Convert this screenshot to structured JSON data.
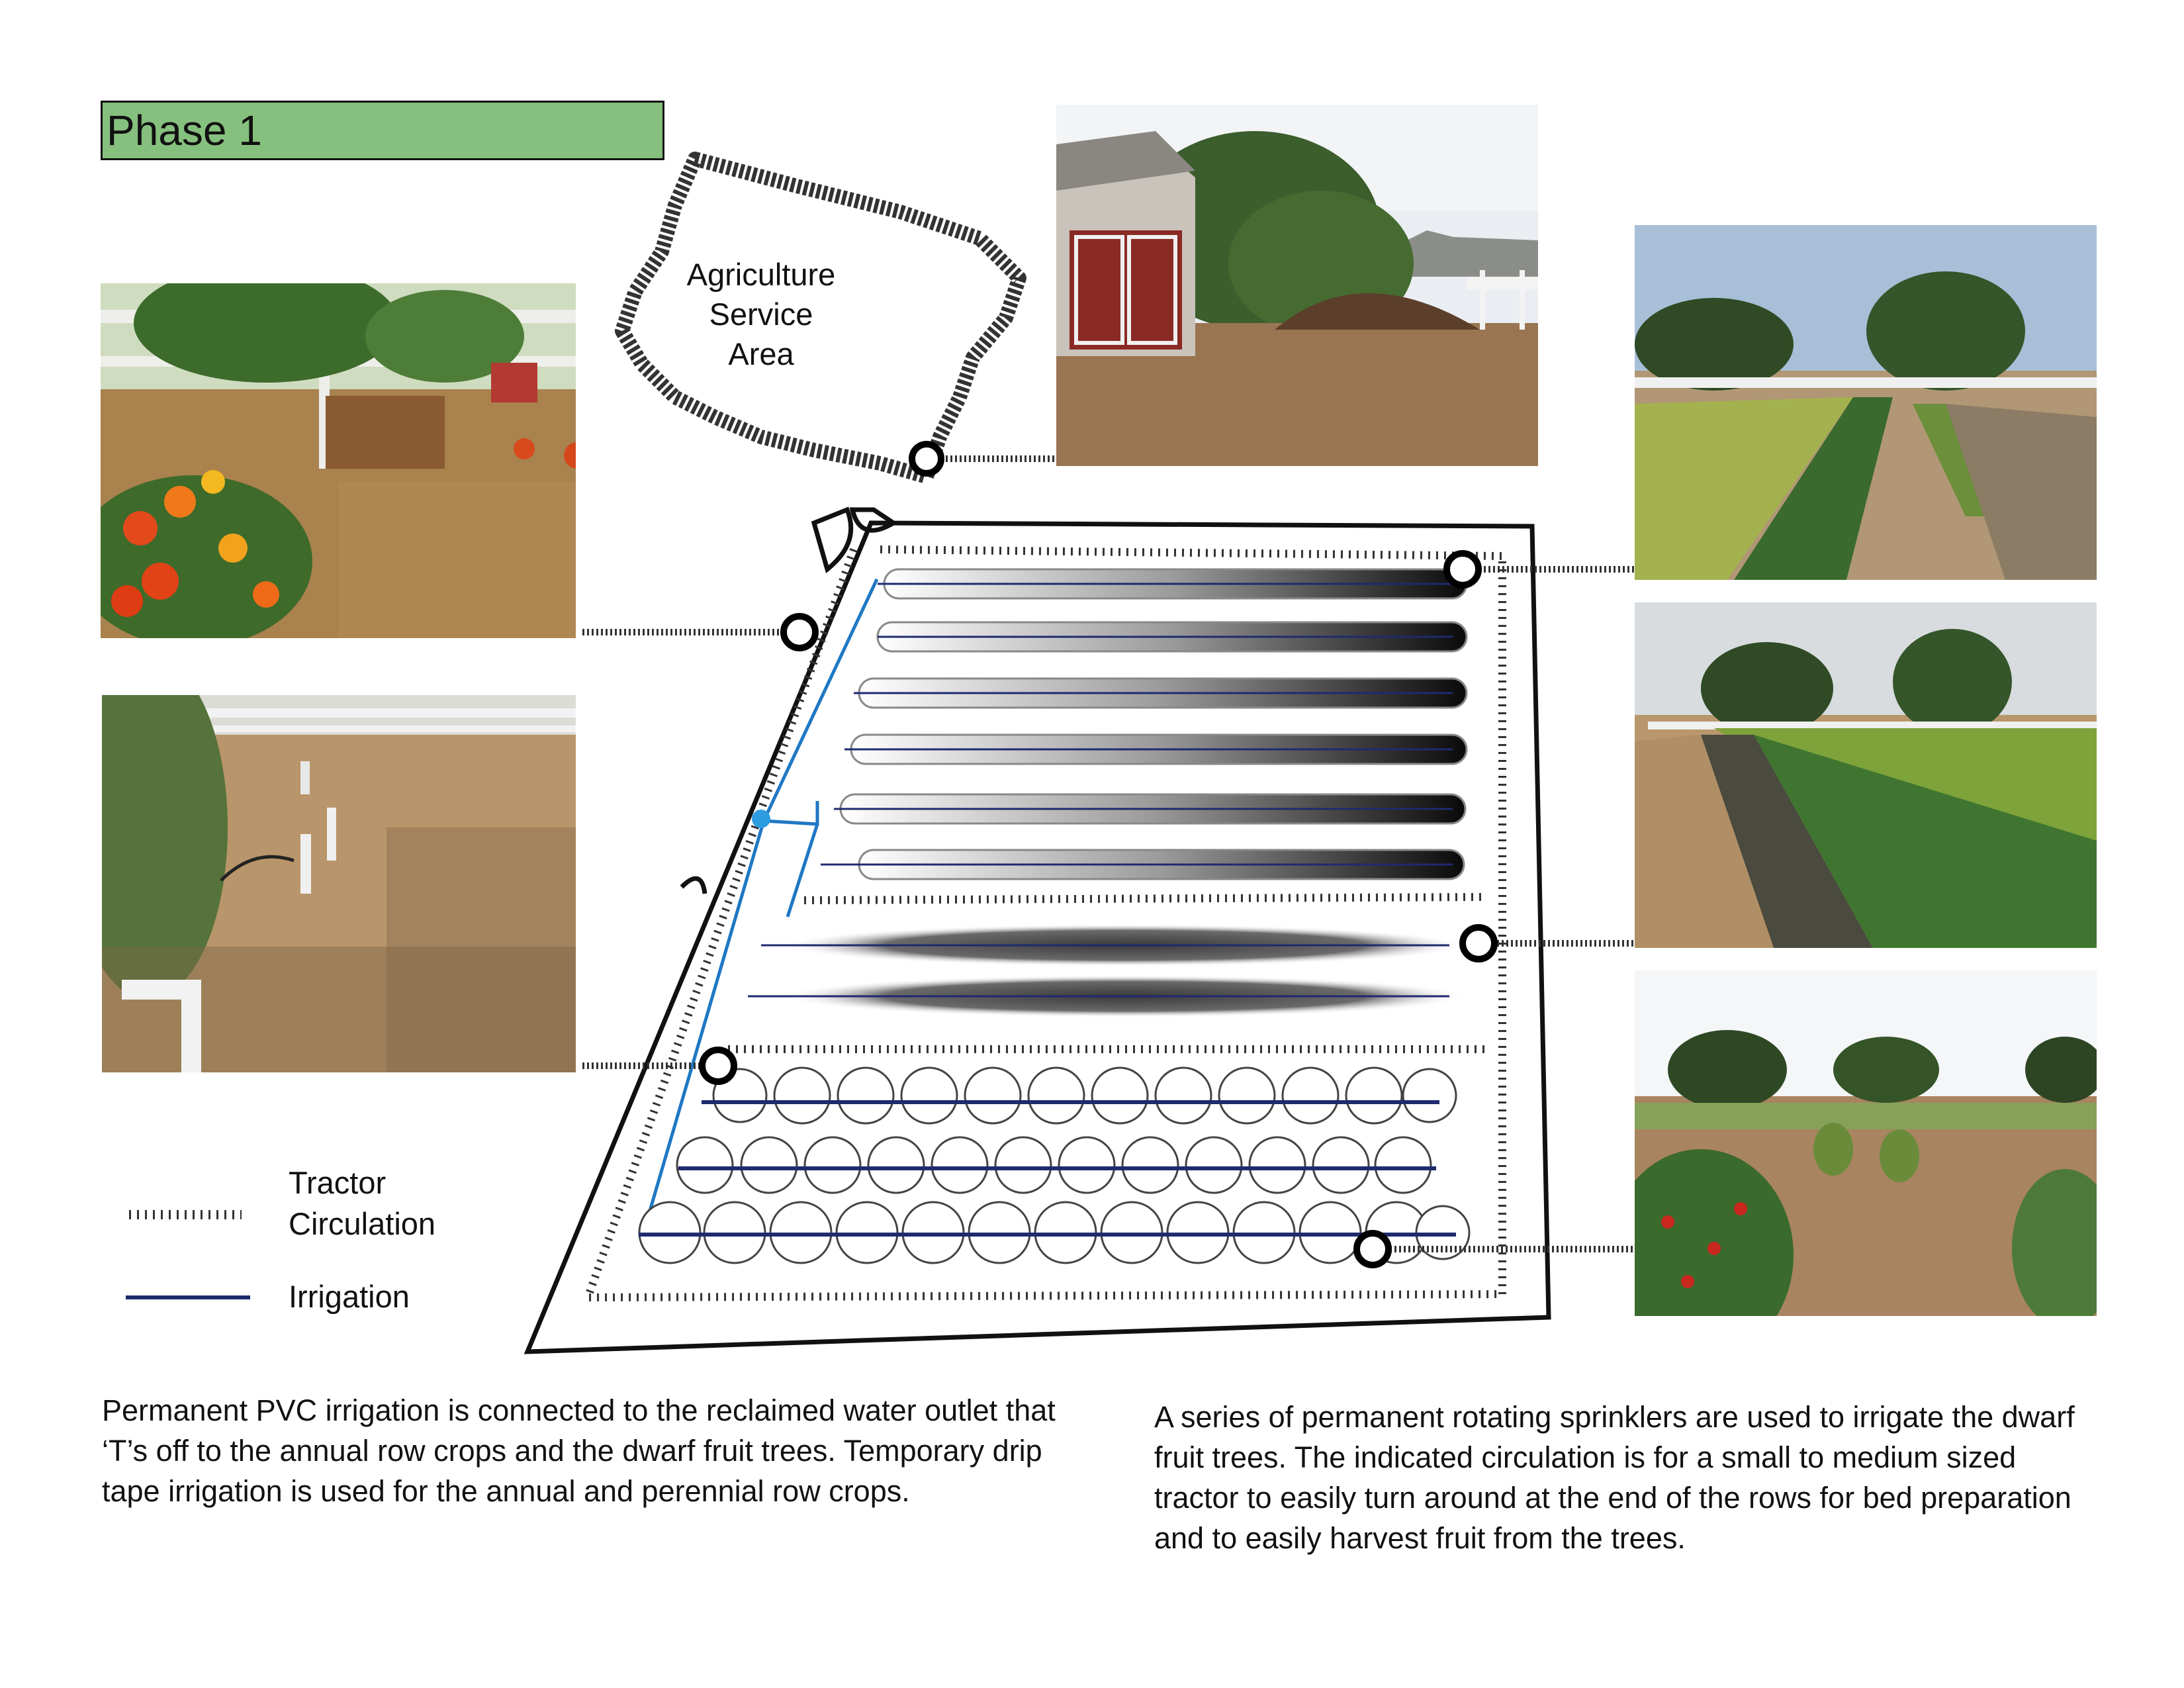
{
  "phase_title": "Phase 1",
  "service_area": {
    "line1": "Agriculture",
    "line2": "Service",
    "line3": "Area"
  },
  "legend": {
    "tractor_line1": "Tractor",
    "tractor_line2": "Circulation",
    "irrigation": "Irrigation"
  },
  "descriptions": {
    "left": "Permanent PVC irrigation is connected to the reclaimed water outlet that ‘T’s off to the annual row crops and the dwarf fruit trees. Temporary drip tape irrigation is used for the annual and perennial row crops.",
    "right": "A series of permanent rotating sprinklers are used to irrigate the dwarf fruit trees.  The indicated circulation is for a small to medium sized tractor to easily turn around at the end of the rows for bed preparation and to easily harvest fruit from the trees."
  },
  "colors": {
    "phase_fill": "#86c07e",
    "irrigation_blue": "#1f78c4",
    "drip_line": "#1f2a6e"
  }
}
